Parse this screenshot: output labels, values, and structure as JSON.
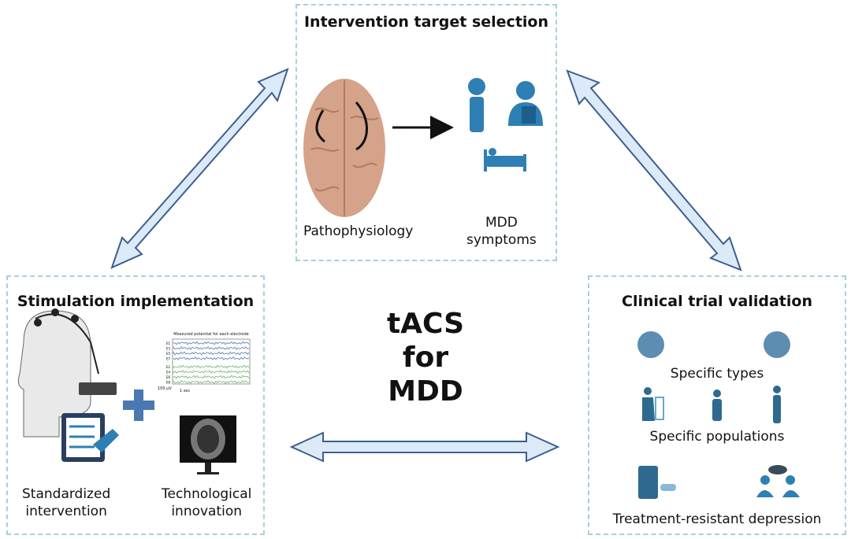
{
  "top": {
    "title": "Intervention target selection",
    "left_label": "Pathophysiology",
    "right_label": "MDD\nsymptoms"
  },
  "left": {
    "title": "Stimulation implementation",
    "label1": "Standardized\nintervention",
    "label2": "Technological\ninnovation",
    "eeg": {
      "title": "Measured potential for each electrode",
      "channels": [
        "E1",
        "E3",
        "E5",
        "E7",
        "E2",
        "E4",
        "E6",
        "E8"
      ],
      "scale_v": "100 µV",
      "scale_t": "1 sec"
    }
  },
  "center": {
    "title": "tACS\nfor\nMDD"
  },
  "right": {
    "title": "Clinical trial validation",
    "item1": "Specific types",
    "item2": "Specific populations",
    "item3": "Treatment-resistant depression"
  },
  "colors": {
    "border": "#a9cfd9",
    "arrow_fill": "#dce9f7",
    "arrow_stroke": "#3b5f8f",
    "icon": "#2e7fb3",
    "brain": "#d4a389"
  }
}
